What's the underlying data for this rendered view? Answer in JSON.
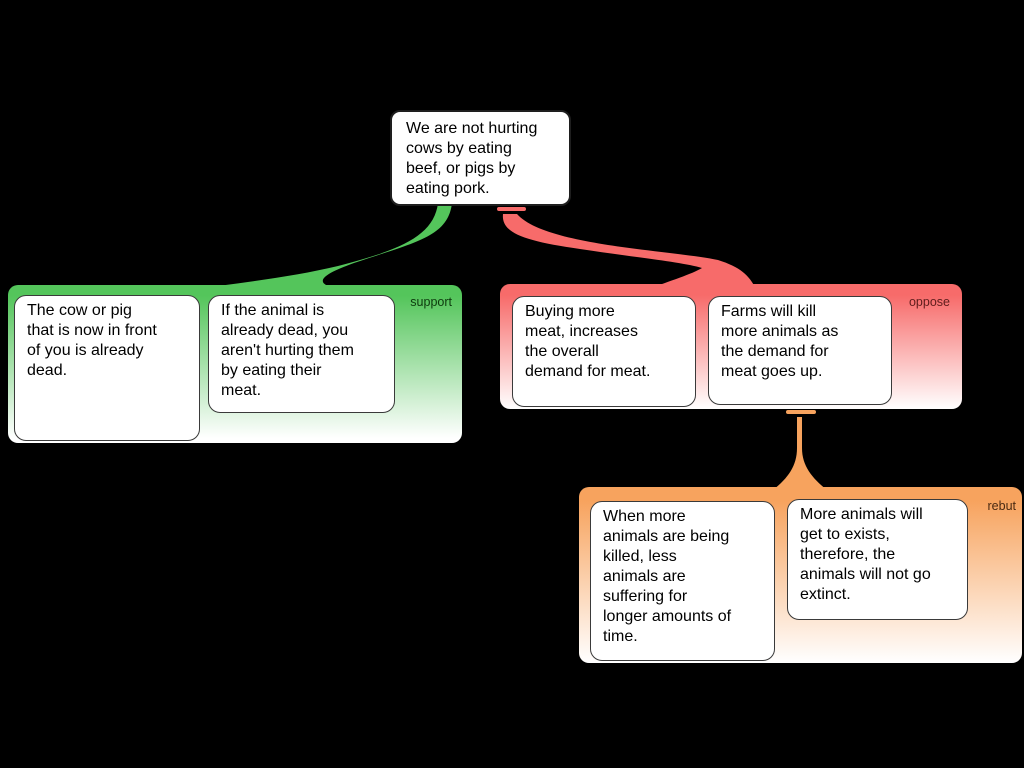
{
  "colors": {
    "canvas": "#000000",
    "node-bg": "#ffffff",
    "node-border": "#3a3a3a",
    "support": "#54c55b",
    "oppose": "#f76b6a",
    "rebut": "#f7a35e",
    "support-label": "#0e3a0e",
    "oppose-label": "#5e1d1c",
    "rebut-label": "#4a2a12"
  },
  "claim": {
    "text": "We are not hurting\ncows by eating\nbeef, or pigs by\neating pork."
  },
  "groups": [
    {
      "id": "support",
      "label": "support",
      "relation": "supports the claim",
      "boxes": [
        {
          "text": "The cow or pig\nthat is now in front\nof you is already\ndead."
        },
        {
          "text": "If the animal is\nalready dead, you\naren't hurting them\nby eating their\nmeat."
        }
      ]
    },
    {
      "id": "oppose",
      "label": "oppose",
      "relation": "opposes the claim",
      "boxes": [
        {
          "text": "Buying more\nmeat, increases\nthe overall\ndemand for meat."
        },
        {
          "text": "Farms will kill\nmore animals as\nthe demand for\nmeat goes up."
        }
      ]
    },
    {
      "id": "rebut",
      "label": "rebut",
      "relation": "rebuts the oppose reason",
      "boxes": [
        {
          "text": "When more\nanimals are being\nkilled, less\nanimals are\nsuffering for\nlonger amounts of\ntime."
        },
        {
          "text": "More animals will\nget to exists,\ntherefore, the\nanimals will not go\nextinct."
        }
      ]
    }
  ]
}
